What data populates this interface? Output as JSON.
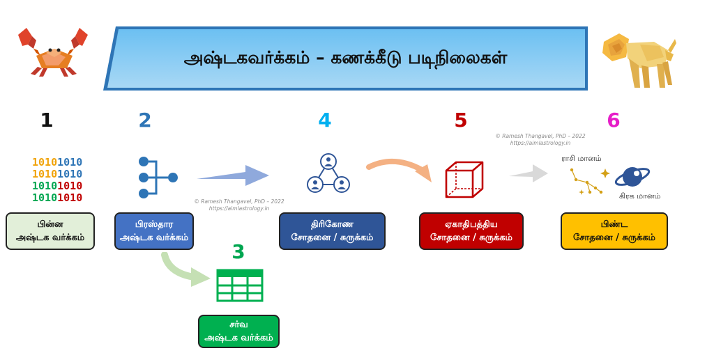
{
  "banner": {
    "title": "அஷ்டகவர்க்கம் – கணக்கீடு படிநிலைகள்"
  },
  "steps": [
    {
      "number": "1",
      "color": "#111111",
      "line1": "பின்ன",
      "line2": "அஷ்டக வர்க்கம்",
      "box_bg": "#e2efd9",
      "text_color": "#111111"
    },
    {
      "number": "2",
      "color": "#2e75b6",
      "line1": "பிரஸ்தார",
      "line2": "அஷ்டக வர்க்கம்",
      "box_bg": "#4472c4",
      "text_color": "#ffffff"
    },
    {
      "number": "3",
      "color": "#00a651",
      "line1": "சர்வ",
      "line2": "அஷ்டக வர்க்கம்",
      "box_bg": "#00b050",
      "text_color": "#ffffff"
    },
    {
      "number": "4",
      "color": "#00b0f0",
      "line1": "திரிகோண",
      "line2": "சோதனை / சுருக்கம்",
      "box_bg": "#2f5597",
      "text_color": "#ffffff"
    },
    {
      "number": "5",
      "color": "#c00000",
      "line1": "ஏகாதிபத்திய",
      "line2": "சோதனை / சுருக்கம்",
      "box_bg": "#c00000",
      "text_color": "#ffffff"
    },
    {
      "number": "6",
      "color": "#e61ec8",
      "line1": "பிண்ட",
      "line2": "சோதனை / சுருக்கம்",
      "box_bg": "#ffc000",
      "text_color": "#111111"
    }
  ],
  "binary_rows": [
    {
      "a": "1010",
      "b": "1010",
      "ca": "#f0a30a",
      "cb": "#2e75b6"
    },
    {
      "a": "1010",
      "b": "1010",
      "ca": "#f0a30a",
      "cb": "#2e75b6"
    },
    {
      "a": "1010",
      "b": "1010",
      "ca": "#00a651",
      "cb": "#c00000"
    },
    {
      "a": "1010",
      "b": "1010",
      "ca": "#00a651",
      "cb": "#c00000"
    }
  ],
  "astro": {
    "rasi": "ராசி மானம்",
    "graha": "கிரக மானம்"
  },
  "watermarks": [
    {
      "line1": "© Ramesh Thangavel, PhD – 2022",
      "line2": "https://aimlastrology.in"
    },
    {
      "line1": "© Ramesh Thangavel, PhD – 2022",
      "line2": "https://aimlastrology.in"
    }
  ],
  "icons": {
    "crab": "crab-icon",
    "lion": "lion-icon",
    "binary": "binary-icon",
    "tree": "hierarchy-icon",
    "grid": "table-grid-icon",
    "network": "people-network-icon",
    "cube": "cube-icon",
    "constellation": "constellation-icon",
    "planet": "planet-icon"
  },
  "colors": {
    "banner_fill": "#5ab0e8",
    "arrow_blue": "#7f9fd8",
    "arrow_orange": "#f4b183",
    "arrow_green": "#c5e0b4",
    "arrow_grey": "#d9d9d9"
  }
}
